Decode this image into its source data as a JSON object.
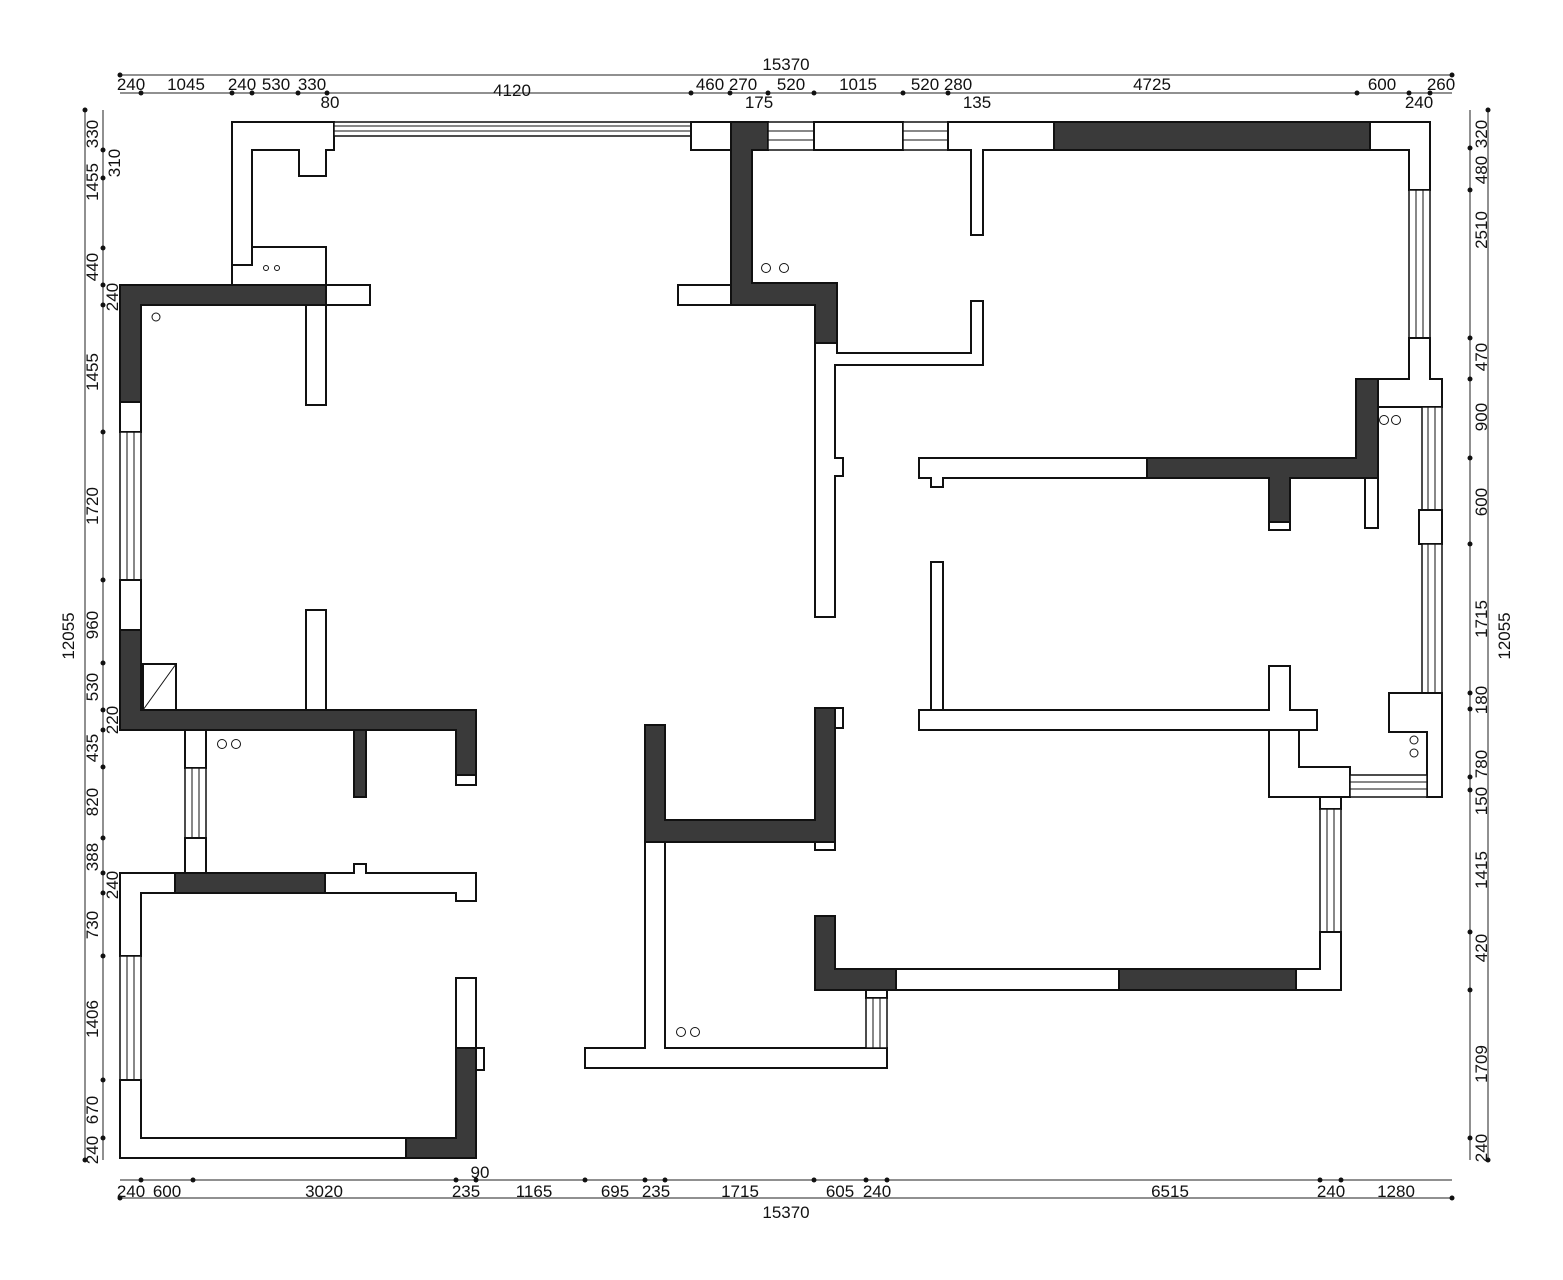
{
  "dimensions": {
    "top_total": "15370",
    "bottom_total": "15370",
    "left_total": "12055",
    "right_total": "12055",
    "top": [
      "240",
      "1045",
      "240",
      "530",
      "330",
      "80",
      "4120",
      "460",
      "270",
      "175",
      "520",
      "1015",
      "520",
      "280",
      "135",
      "4725",
      "600",
      "240",
      "260"
    ],
    "bottom": [
      "240",
      "600",
      "3020",
      "235",
      "90",
      "1165",
      "695",
      "235",
      "1715",
      "605",
      "240",
      "6515",
      "240",
      "1280"
    ],
    "left": [
      "330",
      "310",
      "1455",
      "440",
      "240",
      "1455",
      "1720",
      "960",
      "530",
      "220",
      "435",
      "820",
      "388",
      "240",
      "730",
      "1406",
      "670",
      "240"
    ],
    "right": [
      "320",
      "480",
      "2510",
      "470",
      "900",
      "600",
      "1715",
      "180",
      "780",
      "150",
      "1415",
      "420",
      "1709",
      "240"
    ]
  },
  "legend": {
    "bearing_wall_color": "#3a3a3a",
    "normal_wall_color": "#ffffff",
    "line_color": "#111111"
  }
}
